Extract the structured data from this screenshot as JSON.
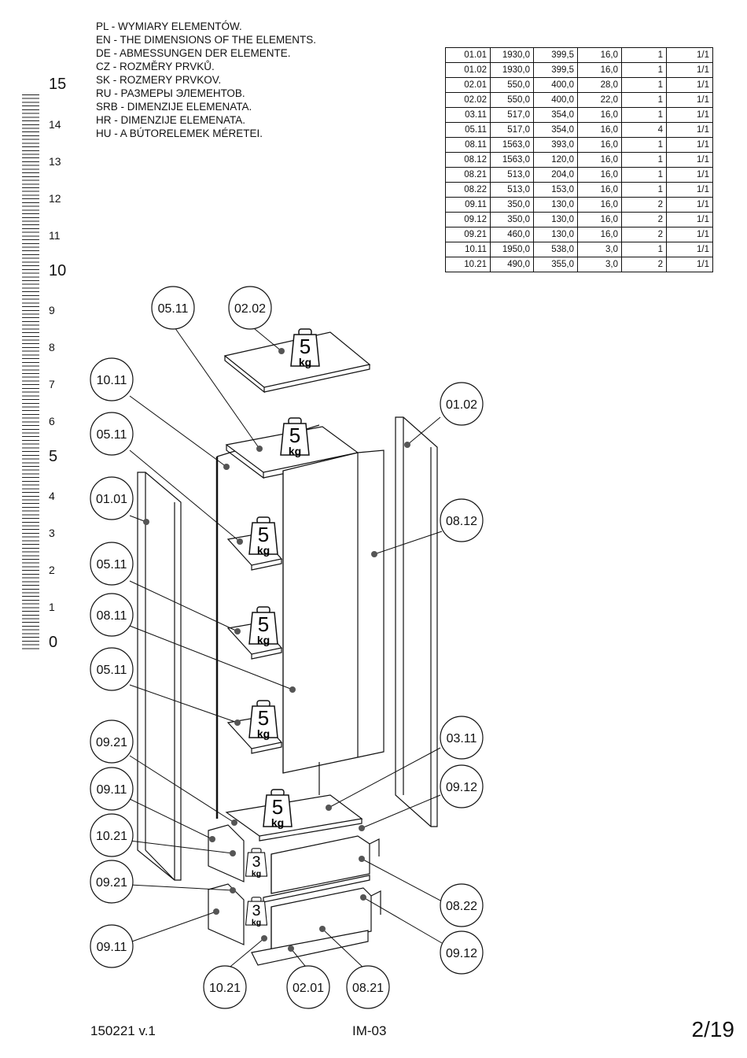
{
  "titles": [
    "PL - WYMIARY ELEMENTÓW.",
    "EN - THE DIMENSIONS OF THE ELEMENTS.",
    "DE - ABMESSUNGEN DER ELEMENTE.",
    "CZ - ROZMĚRY PRVKŮ.",
    "SK - ROZMERY PRVKOV.",
    "RU - РАЗМЕРЫ ЭЛЕМЕНТОВ.",
    "SRB - DIMENZIJE ELEMENATA.",
    "HR - DIMENZIJE ELEMENATA.",
    "HU - A BÚTORELEMEK MÉRETEI."
  ],
  "table": [
    [
      "01.01",
      "1930,0",
      "399,5",
      "16,0",
      "1",
      "1/1"
    ],
    [
      "01.02",
      "1930,0",
      "399,5",
      "16,0",
      "1",
      "1/1"
    ],
    [
      "02.01",
      "550,0",
      "400,0",
      "28,0",
      "1",
      "1/1"
    ],
    [
      "02.02",
      "550,0",
      "400,0",
      "22,0",
      "1",
      "1/1"
    ],
    [
      "03.11",
      "517,0",
      "354,0",
      "16,0",
      "1",
      "1/1"
    ],
    [
      "05.11",
      "517,0",
      "354,0",
      "16,0",
      "4",
      "1/1"
    ],
    [
      "08.11",
      "1563,0",
      "393,0",
      "16,0",
      "1",
      "1/1"
    ],
    [
      "08.12",
      "1563,0",
      "120,0",
      "16,0",
      "1",
      "1/1"
    ],
    [
      "08.21",
      "513,0",
      "204,0",
      "16,0",
      "1",
      "1/1"
    ],
    [
      "08.22",
      "513,0",
      "153,0",
      "16,0",
      "1",
      "1/1"
    ],
    [
      "09.11",
      "350,0",
      "130,0",
      "16,0",
      "2",
      "1/1"
    ],
    [
      "09.12",
      "350,0",
      "130,0",
      "16,0",
      "2",
      "1/1"
    ],
    [
      "09.21",
      "460,0",
      "130,0",
      "16,0",
      "2",
      "1/1"
    ],
    [
      "10.11",
      "1950,0",
      "538,0",
      "3,0",
      "1",
      "1/1"
    ],
    [
      "10.21",
      "490,0",
      "355,0",
      "3,0",
      "2",
      "1/1"
    ]
  ],
  "ruler_labels": [
    "15",
    "14",
    "13",
    "12",
    "11",
    "10",
    "9",
    "8",
    "7",
    "6",
    "5",
    "4",
    "3",
    "2",
    "1",
    "0"
  ],
  "callouts": {
    "c1": "05.11",
    "c2": "02.02",
    "c3": "10.11",
    "c4": "01.02",
    "c5": "05.11",
    "c6": "01.01",
    "c7": "08.12",
    "c8": "05.11",
    "c9": "08.11",
    "c10": "05.11",
    "c11": "09.21",
    "c12": "03.11",
    "c13": "09.11",
    "c14": "09.12",
    "c15": "10.21",
    "c16": "09.21",
    "c17": "08.22",
    "c18": "09.11",
    "c19": "09.12",
    "c20": "10.21",
    "c21": "02.01",
    "c22": "08.21"
  },
  "weights": {
    "w5": "5",
    "w3": "3",
    "unit": "kg"
  },
  "footer": {
    "code": "150221  v.1",
    "model": "IM-03",
    "page": "2/19"
  }
}
